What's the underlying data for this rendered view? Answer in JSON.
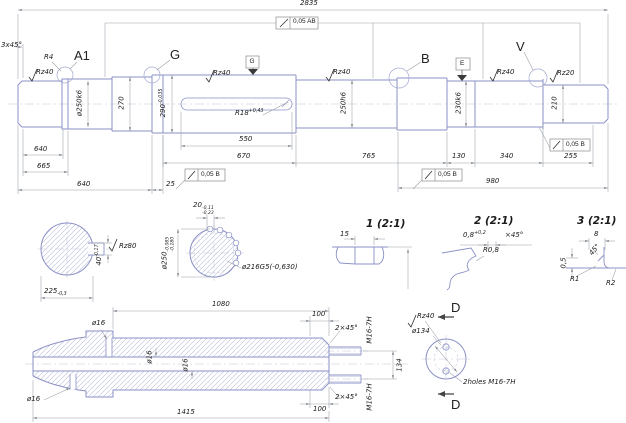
{
  "upper": {
    "dim_overall": "2835",
    "frame_ab": "0,05 AB",
    "chamfer_left": "3x45°",
    "fillet_r4": "R4",
    "view_a1": "A1",
    "view_g": "G",
    "view_b": "B",
    "view_v": "V",
    "datum_g": "G",
    "datum_e": "E",
    "rz40_left": "Rz40",
    "rz40_key": "Rz40",
    "rz40_mid": "Rz40",
    "rz40_right": "Rz40",
    "rz20": "Rz20",
    "dia_250k6": "ø250k6",
    "dim_270": "270",
    "dim_290": "290",
    "dim_290_tol": "-0,035",
    "r18": "R18",
    "r18_tol": "+0,43",
    "dim_550": "550",
    "dim_670": "670",
    "dia_250h6": "250h6",
    "dim_765": "765",
    "dia_230k6": "230k6",
    "dim_130": "130",
    "dim_340": "340",
    "dim_210": "210",
    "dim_255": "255",
    "dim_640_top": "640",
    "dim_665": "665",
    "dim_640_bot": "640",
    "dim_25": "25",
    "dim_980": "980",
    "frame_b1": "0,05 B",
    "frame_b2": "0,05 B",
    "frame_b3": "0,05 B"
  },
  "section_a": {
    "dim_225": "225",
    "dim_225_tol": "-0,3",
    "dim_40": "40",
    "dim_40_tol": "-0,17",
    "rz80": "Rz80"
  },
  "section_g": {
    "dim_20": "20",
    "dim_20_tol_hi": "-0,11",
    "dim_20_tol_lo": "-0,23",
    "dia_250": "ø250",
    "dia_250_tol_hi": "-0,085",
    "dia_250_tol_lo": "-0,180",
    "dia_216": "ø216G5(-0,630)"
  },
  "detail_1": {
    "title": "1 (2:1)",
    "dim_15": "15"
  },
  "detail_2": {
    "title": "2 (2:1)",
    "dim_08": "0,8",
    "dim_08_tol": "+0,2",
    "chamfer": "×45°",
    "radius": "R0,8"
  },
  "detail_3": {
    "title": "3 (2:1)",
    "dim_8": "8",
    "angle": "45°",
    "dim_05": "0,5",
    "r1": "R1",
    "r2": "R2"
  },
  "lower": {
    "dim_1080": "1080",
    "dia_16_top": "ø16",
    "dim_100_top": "100",
    "chamfer_top": "2×45°",
    "m16_top": "M16-7H",
    "dim_134": "134",
    "m16_bot": "M16-7H",
    "chamfer_bot": "2×45°",
    "dim_100_bot": "100",
    "dim_1415": "1415",
    "dia_16_left": "ø16",
    "dia_16_mid1": "ø16",
    "dia_16_mid2": "ø16"
  },
  "section_d": {
    "label_top": "D",
    "label_bot": "D",
    "rz40": "Rz40",
    "dia_134": "ø134",
    "note_holes": "2holes M16-7H"
  }
}
